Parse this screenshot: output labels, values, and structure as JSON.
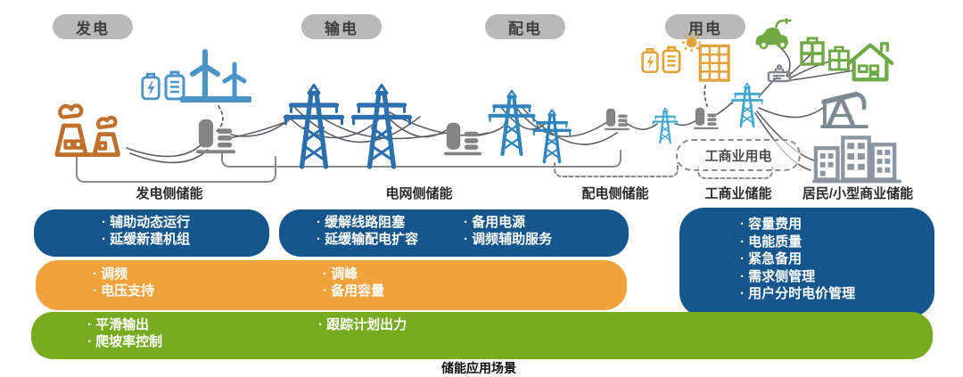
{
  "stage_pills": [
    {
      "id": "generation",
      "label": "发电"
    },
    {
      "id": "transmission",
      "label": "输电"
    },
    {
      "id": "distribution",
      "label": "配电"
    },
    {
      "id": "consumption",
      "label": "用电"
    }
  ],
  "segment_labels": {
    "generation_side": "发电侧储能",
    "grid_side": "电网侧储能",
    "distribution_side": "配电侧储能",
    "commercial": "工商业储能",
    "residential": "居民/小型商业储能"
  },
  "consumer_oval": "工商业用电",
  "boxes": {
    "gen": {
      "lines": [
        "· 辅助动态运行",
        "· 延缓新建机组"
      ]
    },
    "grid": {
      "col1": [
        "· 缓解线路阻塞",
        "· 延缓输配电扩容"
      ],
      "col2": [
        "· 备用电源",
        "· 调频辅助服务"
      ]
    },
    "user": {
      "lines": [
        "· 容量费用",
        "· 电能质量",
        "· 紧急备用",
        "· 需求侧管理",
        "· 用户分时电价管理"
      ]
    },
    "ancillary": {
      "col1": [
        "· 调频",
        "· 电压支持"
      ],
      "col2": [
        "· 调峰",
        "· 备用容量"
      ]
    },
    "renewable": {
      "col1": [
        "· 平滑输出",
        "· 爬坡率控制"
      ],
      "col2": [
        "· 跟踪计划出力"
      ]
    }
  },
  "caption": "储能应用场景",
  "icons": [
    "power-plant-icon",
    "battery-icon",
    "wind-turbine-icon",
    "storage-unit-icon",
    "transmission-tower-icon",
    "distribution-tower-icon",
    "solar-building-icon",
    "ev-car-icon",
    "apartment-icon",
    "house-icon",
    "smart-meter-icon",
    "oil-pump-icon",
    "city-buildings-icon"
  ],
  "colors": {
    "navy": "#15568c",
    "orange": "#f0a23c",
    "green": "#76ab1f",
    "pill_gray": "#b9b9b9",
    "icon_blue": "#4a94c8",
    "tower_blue": "#2b6fae",
    "tower_cyan": "#3fa7cf",
    "icon_orange": "#c0702a",
    "icon_yellow": "#e2a23a",
    "icon_green": "#6fa844",
    "icon_gray": "#848484",
    "wire_gray": "#5d6166"
  }
}
